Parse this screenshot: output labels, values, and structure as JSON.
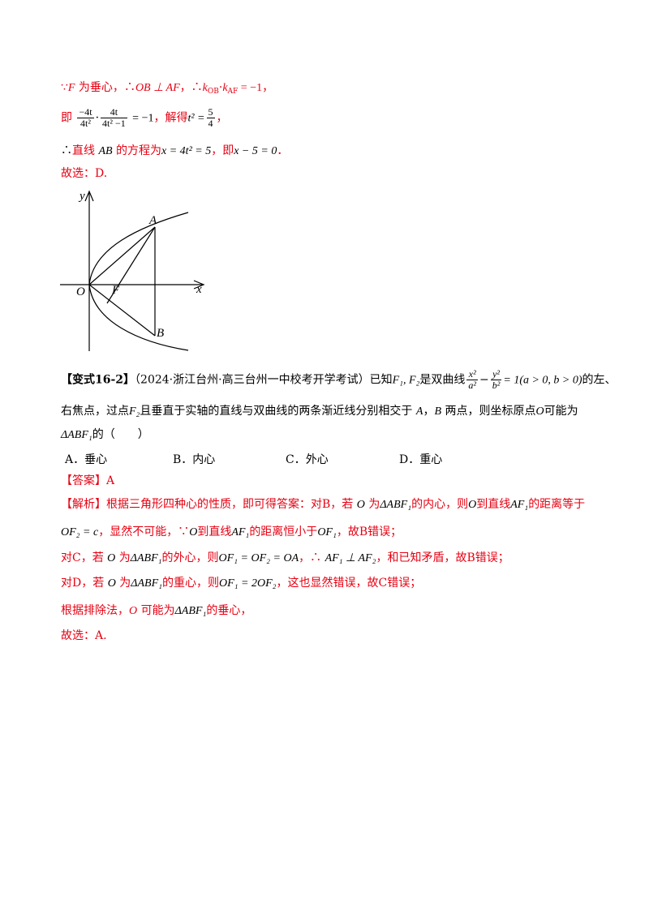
{
  "solution_top": {
    "line1": {
      "because": "∵",
      "F": "F",
      "text1": " 为垂心，",
      "therefore1": "∴",
      "ob_perp_af": "OB ⊥ AF",
      "text2": "，",
      "therefore2": "∴",
      "k_ob": "k",
      "k_ob_sub": "OB",
      "dot": "·",
      "k_af": "k",
      "k_af_sub": "AF",
      "eq": " = −1",
      "text3": "，"
    },
    "line2": {
      "prefix": "即",
      "frac1_num": "−4t",
      "frac1_den": "4t²",
      "dot": "·",
      "frac2_num": "4t",
      "frac2_den": "4t² −1",
      "eq": "= −1",
      "text1": "，解得",
      "t2": "t² =",
      "frac3_num": "5",
      "frac3_den": "4",
      "text2": "，"
    },
    "line3": {
      "therefore": "∴",
      "text1": "直线 ",
      "AB": "AB",
      "text2": " 的方程为",
      "eq1": "x = 4t² = 5",
      "text3": "，即",
      "eq2": "x − 5 = 0",
      "text4": "．"
    },
    "line4": "故选：D."
  },
  "figure": {
    "y_label": "y",
    "x_label": "x",
    "O": "O",
    "F": "F",
    "A": "A",
    "B": "B"
  },
  "problem": {
    "tag": "【变式16-2】",
    "source": "（2024·浙江台州·高三台州一中校考开学考试）",
    "text1": "已知",
    "F1F2": "F₁, F₂",
    "text2": "是双曲线",
    "hyp_x_num": "x²",
    "hyp_x_den": "a²",
    "minus": "−",
    "hyp_y_num": "y²",
    "hyp_y_den": "b²",
    "cond": "= 1(a > 0, b > 0)",
    "text3": "的左、",
    "line2_text1": "右焦点，过点",
    "F2": "F₂",
    "line2_text2": "且垂直于实轴的直线与双曲线的两条渐近线分别相交于 ",
    "A": "A",
    "comma": "，",
    "B": "B",
    "line2_text3": " 两点，则坐标原点",
    "O": "O",
    "line2_text4": "可能为",
    "line3_tri": "ΔABF₁",
    "line3_text": "的（　　）",
    "options": [
      {
        "label": "A．垂心"
      },
      {
        "label": "B．内心"
      },
      {
        "label": "C．外心"
      },
      {
        "label": "D．重心"
      }
    ]
  },
  "answer": {
    "label": "【答案】",
    "value": "A"
  },
  "analysis": {
    "label": "【解析】",
    "l1_text1": "根据三角形四种心的性质，即可得答案：对B，若 ",
    "l1_O": "O",
    "l1_text2": " 为",
    "l1_tri": "ΔABF₁",
    "l1_text3": "的内心，则",
    "l1_O2": "O",
    "l1_text4": "到直线",
    "l1_AF1": "AF₁",
    "l1_text5": "的距离等于",
    "l2_eq": "OF₂ = c",
    "l2_text1": "，显然不可能，∵",
    "l2_O": "O",
    "l2_text2": "到直线",
    "l2_AF1": "AF₁",
    "l2_text3": "的距离恒小于",
    "l2_OF1": "OF₁",
    "l2_text4": "，故B错误；",
    "l3_text1": "对C，若 ",
    "l3_O": "O",
    "l3_text2": " 为",
    "l3_tri": "ΔABF₁",
    "l3_text3": "的外心，则",
    "l3_eq": "OF₁ = OF₂ = OA",
    "l3_text4": "，∴ ",
    "l3_perp": "AF₁ ⊥ AF₂",
    "l3_text5": "，和已知矛盾，故B错误；",
    "l4_text1": "对D，若 ",
    "l4_O": "O",
    "l4_text2": " 为",
    "l4_tri": "ΔABF₁",
    "l4_text3": "的重心，则",
    "l4_eq": "OF₁ = 2OF₂",
    "l4_text4": "，这也显然错误，故C错误；",
    "l5_text1": "根据排除法，",
    "l5_O": "O",
    "l5_text2": " 可能为",
    "l5_tri": "ΔABF₁",
    "l5_text3": "的垂心，",
    "l6": "故选：A."
  }
}
